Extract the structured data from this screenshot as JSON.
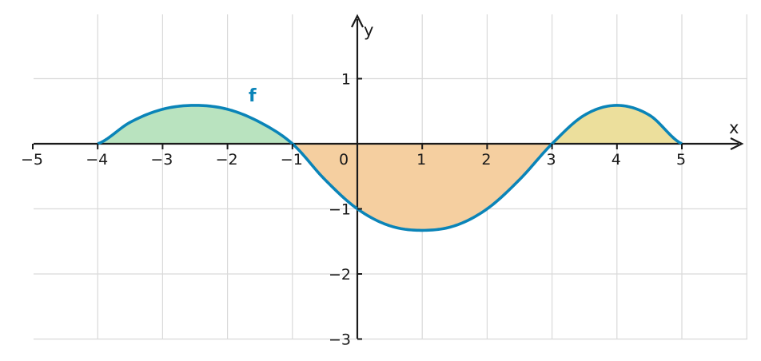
{
  "chart_data": {
    "type": "line",
    "xlabel": "x",
    "ylabel": "y",
    "xlim": [
      -5.5,
      6
    ],
    "ylim": [
      -3.05,
      2
    ],
    "grid": true,
    "x_ticks": [
      -5,
      -4,
      -3,
      -2,
      -1,
      1,
      2,
      3,
      4,
      5
    ],
    "x_tick_labels": [
      "−5",
      "−4",
      "−3",
      "−2",
      "−1",
      "1",
      "2",
      "3",
      "4",
      "5"
    ],
    "y_ticks": [
      1,
      -1,
      -2,
      -3
    ],
    "y_tick_labels": [
      "1",
      "−1",
      "−2",
      "−3"
    ],
    "origin_label": "0",
    "series": [
      {
        "name": "f",
        "color": "#0a84b8",
        "x": [
          -4,
          -3.5,
          -3,
          -2.5,
          -2,
          -1.5,
          -1,
          -0.5,
          0,
          0.5,
          1,
          1.5,
          2,
          2.5,
          3,
          3.5,
          4,
          4.5,
          5
        ],
        "y": [
          0,
          0.33,
          0.53,
          0.59,
          0.53,
          0.33,
          0,
          -0.55,
          -1.0,
          -1.26,
          -1.33,
          -1.26,
          -1.0,
          -0.55,
          0,
          0.44,
          0.59,
          0.44,
          0
        ]
      }
    ],
    "shaded_regions": [
      {
        "x_from": -4,
        "x_to": -1,
        "color": "#b9e3bf"
      },
      {
        "x_from": -1,
        "x_to": 3,
        "color": "#f5cfa0"
      },
      {
        "x_from": 3,
        "x_to": 5,
        "color": "#ecdf9c"
      }
    ]
  }
}
